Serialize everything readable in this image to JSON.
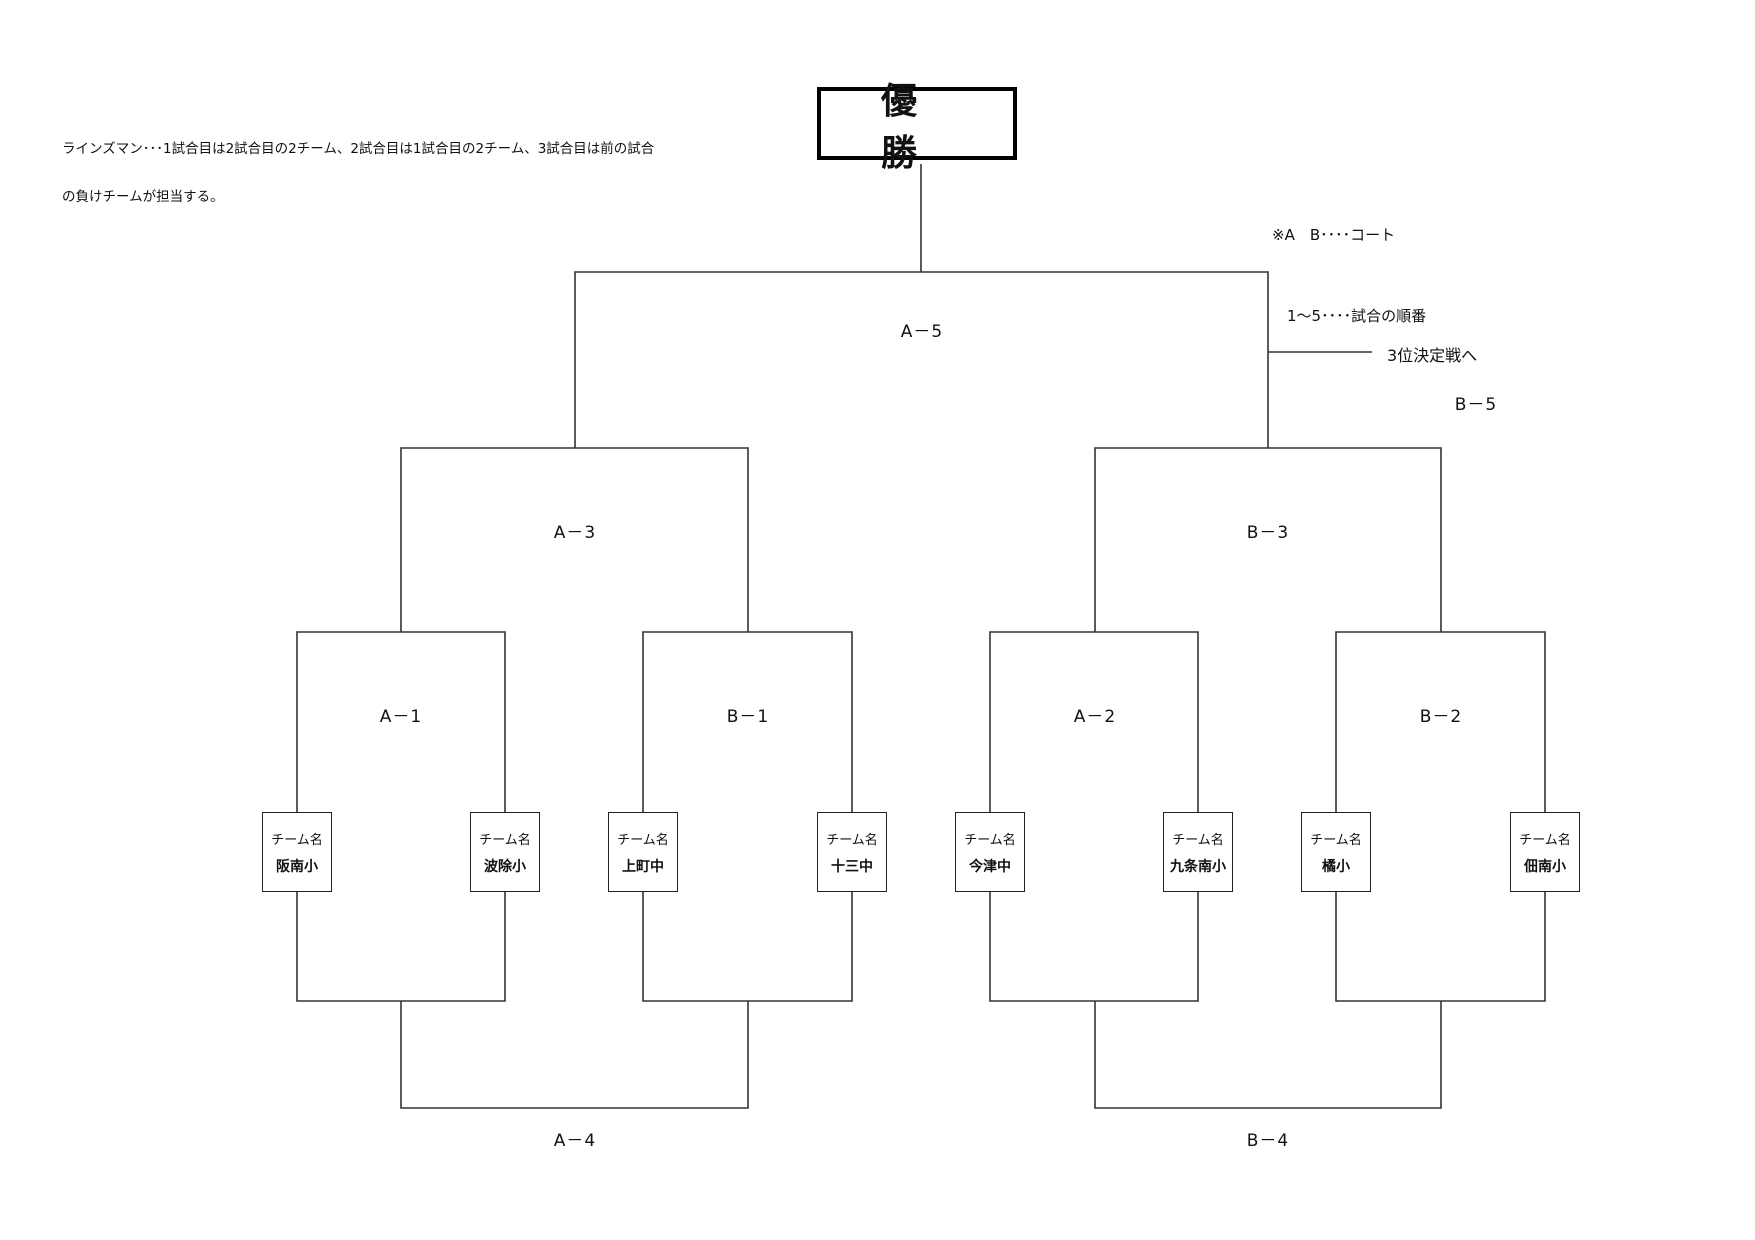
{
  "note": {
    "line1": "ラインズマン･･･1試合目は2試合目の2チーム、2試合目は1試合目の2チーム、3試合目は前の試合",
    "line2": "の負けチームが担当する。"
  },
  "champion": {
    "label": "優勝"
  },
  "legend": {
    "line1": "※A　B････コート",
    "line2": "　1～5････試合の順番"
  },
  "third_place": {
    "label": "3位決定戦へ",
    "match": "B－5"
  },
  "matches": {
    "final": "A－5",
    "semi_left": "A－3",
    "semi_right": "B－3",
    "q1": "A－1",
    "q2": "B－1",
    "q3": "A－2",
    "q4": "B－2",
    "consolation_left": "A－4",
    "consolation_right": "B－4"
  },
  "team_label": "チーム名",
  "teams": [
    {
      "name": "阪南小"
    },
    {
      "name": "波除小"
    },
    {
      "name": "上町中"
    },
    {
      "name": "十三中"
    },
    {
      "name": "今津中"
    },
    {
      "name": "九条南小"
    },
    {
      "name": "橘小"
    },
    {
      "name": "佃南小"
    }
  ]
}
